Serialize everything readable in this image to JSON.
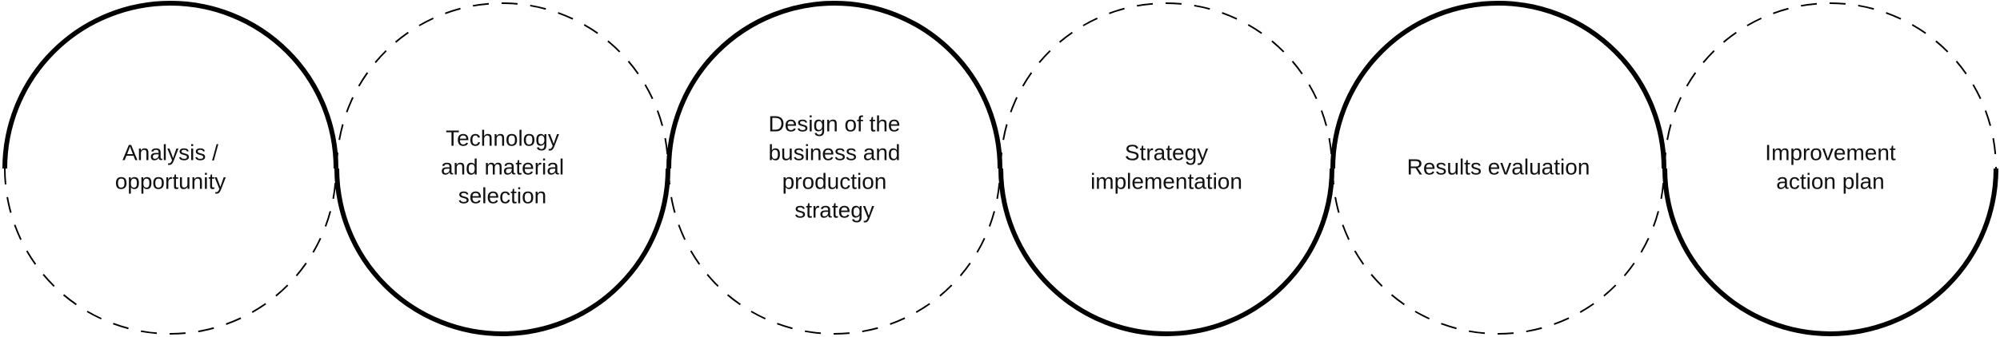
{
  "diagram": {
    "steps": [
      {
        "lines": [
          "Analysis /",
          "opportunity"
        ],
        "solid_half": "top"
      },
      {
        "lines": [
          "Technology",
          "and material",
          "selection"
        ],
        "solid_half": "bottom"
      },
      {
        "lines": [
          "Design of the",
          "business and",
          "production",
          "strategy"
        ],
        "solid_half": "top"
      },
      {
        "lines": [
          "Strategy",
          "implementation"
        ],
        "solid_half": "bottom"
      },
      {
        "lines": [
          "Results evaluation"
        ],
        "solid_half": "top"
      },
      {
        "lines": [
          "Improvement",
          "action plan"
        ],
        "solid_half": "bottom"
      }
    ]
  },
  "colors": {
    "stroke": "#000000",
    "text": "#111111",
    "background": "#ffffff"
  }
}
